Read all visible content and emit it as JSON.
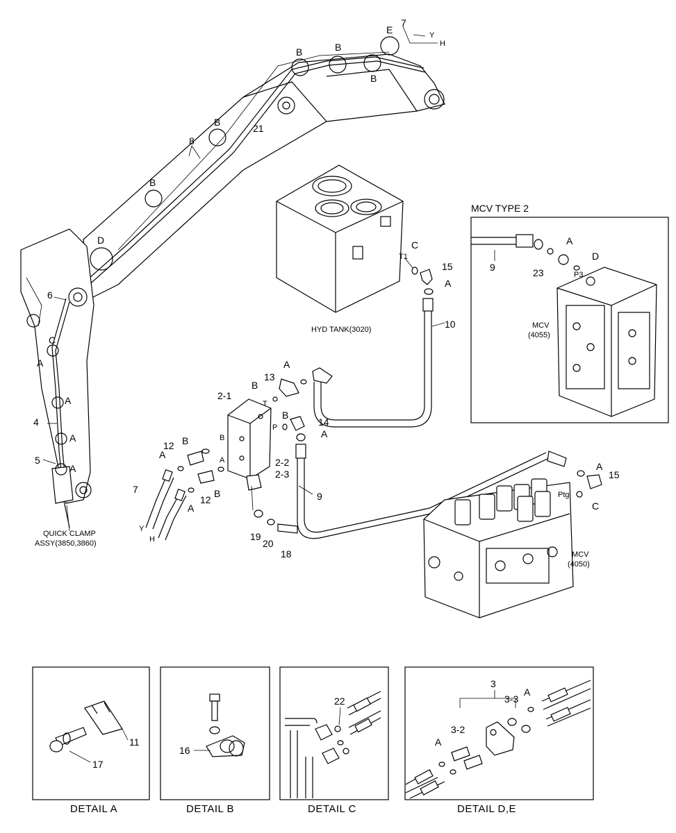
{
  "callouts": {
    "c7_top": "7",
    "e": "E",
    "y_top": "Y",
    "h_top": "H",
    "b1": "B",
    "b2": "B",
    "b3": "B",
    "b4": "B",
    "b5": "B",
    "c21": "21",
    "c8": "8",
    "d_boom": "D",
    "c6": "6",
    "c_arm": "C",
    "a_arm1": "A",
    "a_arm2": "A",
    "a_arm3": "A",
    "a_arm4": "A",
    "c4": "4",
    "c5": "5",
    "c_tank": "C",
    "t1": "T1",
    "c15_tank": "15",
    "a_tank": "A",
    "c10": "10",
    "a13": "A",
    "c13": "13",
    "b_t": "B",
    "t_port": "T",
    "c2_1": "2-1",
    "b_p": "B",
    "p_port": "P",
    "c14": "14",
    "a14": "A",
    "b12": "B",
    "b_port": "B",
    "a12": "A",
    "c12": "12",
    "a_port": "A",
    "c2_2": "2-2",
    "c2_3": "2-3",
    "c7_low": "7",
    "c12b": "12",
    "b12b": "B",
    "a_low": "A",
    "y_low": "Y",
    "h_low": "H",
    "c19": "19",
    "c20": "20",
    "c18": "18",
    "c9_low": "9",
    "a_mcv": "A",
    "c15_mcv": "15",
    "ptg": "Ptg",
    "c_mcv": "C",
    "mcv_t2_9": "9",
    "mcv_t2_a": "A",
    "mcv_t2_23": "23",
    "mcv_t2_d": "D",
    "p3": "P3",
    "det_a_11": "11",
    "det_a_17": "17",
    "det_b_16": "16",
    "det_c_22": "22",
    "det_de_3": "3",
    "det_de_33": "3-3",
    "det_de_a1": "A",
    "det_de_32": "3-2",
    "det_de_a2": "A"
  },
  "captions": {
    "quick_clamp_1": "QUICK CLAMP",
    "quick_clamp_2": "ASSY(3850,3860)",
    "hyd_tank": "HYD TANK(3020)",
    "mcv_type2_title": "MCV TYPE 2",
    "mcv_4055_1": "MCV",
    "mcv_4055_2": "(4055)",
    "mcv_4050_1": "MCV",
    "mcv_4050_2": "(4050)",
    "detail_a": "DETAIL  A",
    "detail_b": "DETAIL  B",
    "detail_c": "DETAIL  C",
    "detail_de": "DETAIL  D,E"
  }
}
